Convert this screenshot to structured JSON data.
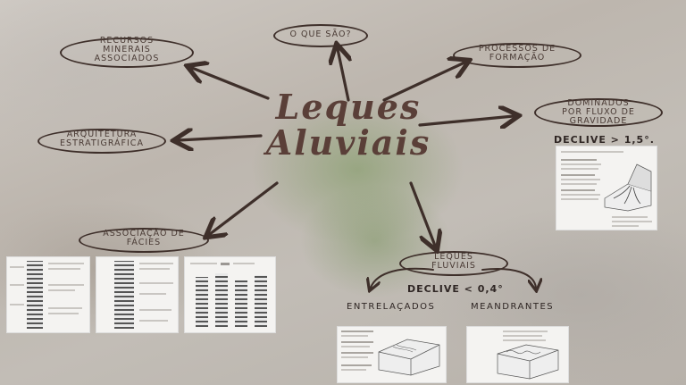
{
  "title": {
    "line1": "Leques",
    "line2": "Aluviais"
  },
  "nodes": {
    "recursos": {
      "line1": "RECURSOS",
      "line2": "MINERAIS",
      "line3": "ASSOCIADOS"
    },
    "oque": {
      "line1": "O QUE SÃO?"
    },
    "processos": {
      "line1": "PROCESSOS DE",
      "line2": "FORMAÇÃO"
    },
    "dominados": {
      "line1": "DOMINADOS",
      "line2": "POR FLUXO DE",
      "line3": "GRAVIDADE"
    },
    "arquitetura": {
      "line1": "ARQUITETURA",
      "line2": "ESTRATIGRÁFICA"
    },
    "associacao": {
      "line1": "ASSOCIAÇÃO DE",
      "line2": "FÁCIES"
    },
    "fluviais": {
      "line1": "LEQUES",
      "line2": "FLUVIAIS"
    }
  },
  "labels": {
    "declive_gravity": "DECLIVE > 1,5°.",
    "declive_fluvial": "DECLIVE < 0,4°",
    "entrelacados": "ENTRELAÇADOS",
    "meandrantes": "MEANDRANTES"
  },
  "colors": {
    "ink": "#3e2f2a",
    "title": "#5a3f38",
    "text": "#4a3b35"
  }
}
